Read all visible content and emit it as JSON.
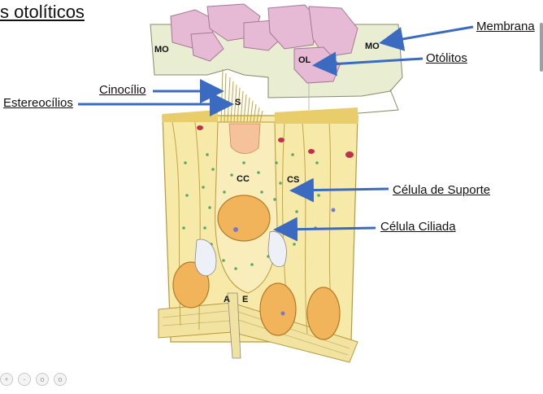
{
  "slide": {
    "title": "s otolíticos"
  },
  "labels": {
    "membrana": "Membrana",
    "otolitos": "Otólitos",
    "cinocilio": "Cinocílio",
    "estereocilios": "Estereocílios",
    "celula_suporte": "Célula de Suporte",
    "celula_ciliada": "Célula Ciliada"
  },
  "diagram_letters": {
    "mo_left": "MO",
    "mo_right": "MO",
    "ol": "OL",
    "s": "S",
    "cc": "CC",
    "cs": "CS",
    "a": "A",
    "e": "E"
  },
  "colors": {
    "arrow": "#3b6bc1",
    "otolith": "#e6b9d4",
    "membrane": "#e9eed3",
    "epithelium": "#f7e9a8",
    "nucleus": "#f2b45a",
    "stereocilia": "#d9b84a",
    "dots": "#5da868",
    "red_spots": "#c0304a"
  },
  "controls": {
    "buttons": [
      "+",
      "-",
      "o",
      "o"
    ]
  }
}
